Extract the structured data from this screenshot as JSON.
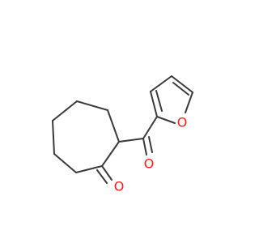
{
  "atoms": {
    "ketone_oxygen": {
      "label": "O",
      "color": "#ff1a1a"
    },
    "carbonyl_oxygen": {
      "label": "O",
      "color": "#ff1a1a"
    },
    "furan_oxygen": {
      "label": "O",
      "color": "#ff1a1a"
    }
  },
  "bond_color": "#3a3a3a"
}
